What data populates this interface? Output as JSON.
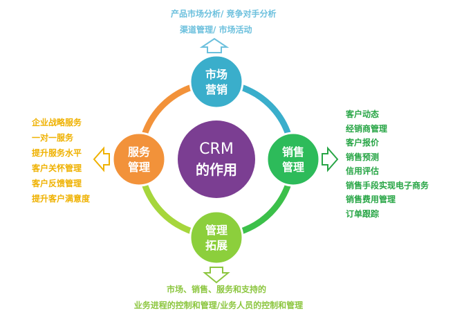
{
  "center": {
    "line1": "CRM",
    "line2": "的作用"
  },
  "nodes": {
    "marketing": {
      "line1": "市场",
      "line2": "营销"
    },
    "sales": {
      "line1": "销售",
      "line2": "管理"
    },
    "service": {
      "line1": "服务",
      "line2": "管理"
    },
    "expansion": {
      "line1": "管理",
      "line2": "拓展"
    }
  },
  "marketing_items": [
    "产品市场分析/ 竞争对手分析",
    "渠道管理/ 市场活动"
  ],
  "service_items": [
    "企业战略服务",
    "一对一服务",
    "提升服务水平",
    "客户关怀管理",
    "客户反馈管理",
    "提升客户满意度"
  ],
  "sales_items": [
    "客户动态",
    "经销商管理",
    "客户报价",
    "销售预测",
    "信用评估",
    "销售手段实现电子商务",
    "销售费用管理",
    "订单跟踪"
  ],
  "expansion_items": [
    "市场、销售、服务和支持的",
    "业务进程的控制和管理/业务人员的控制和管理"
  ],
  "colors": {
    "marketing": "#3aaecb",
    "sales": "#2dbb5a",
    "service": "#f2923a",
    "expansion": "#8ccf3c",
    "center": "#7b3e92",
    "service_text": "#efb100",
    "sales_text": "#27a545",
    "marketing_text": "#6cc0dd",
    "expansion_text": "#8cc63f"
  }
}
